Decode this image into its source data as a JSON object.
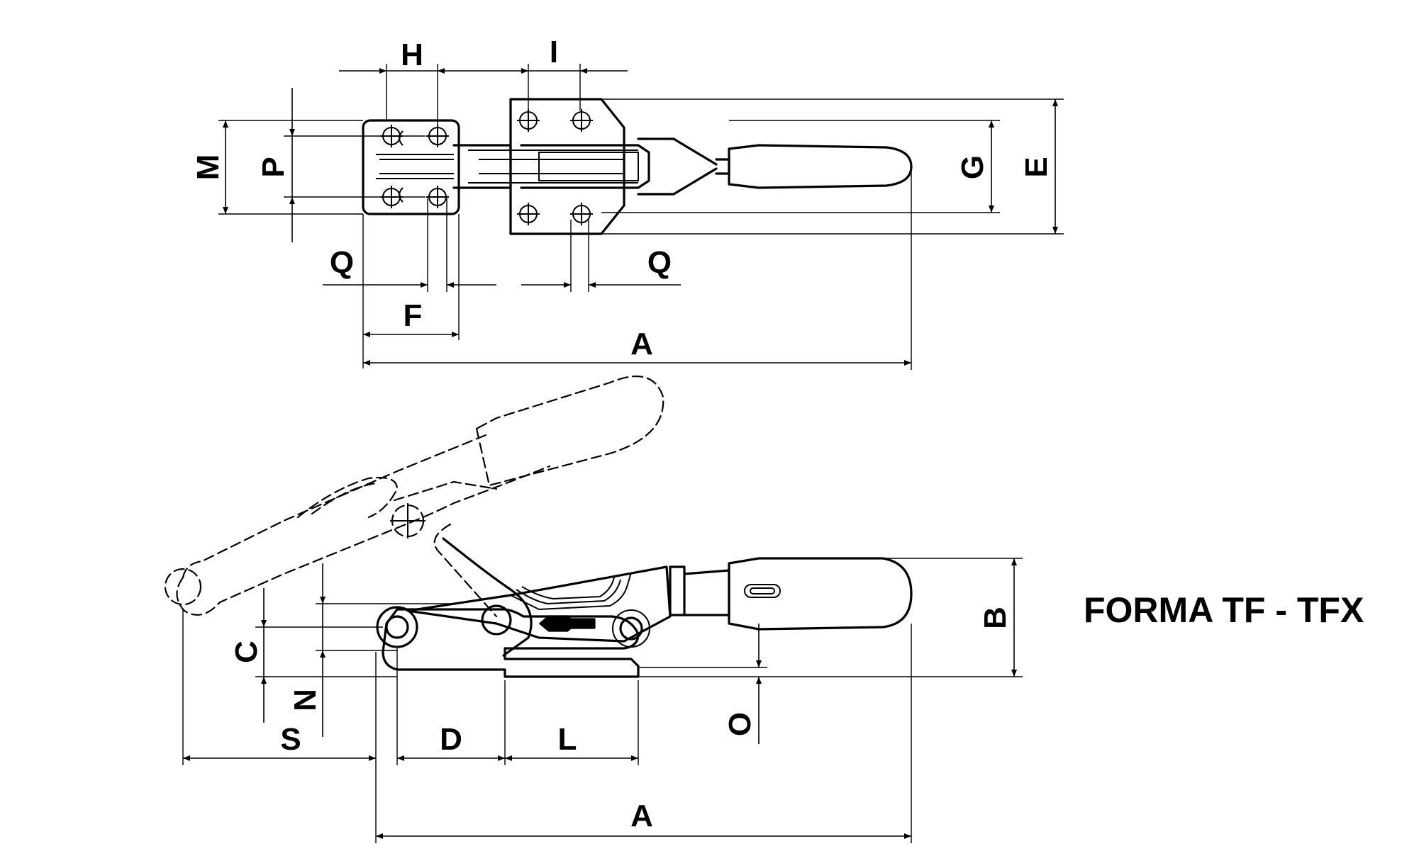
{
  "title": "FORMA TF - TFX",
  "top_view": {
    "labels": {
      "H": "H",
      "I": "I",
      "M": "M",
      "P": "P",
      "G": "G",
      "E": "E",
      "Q_left": "Q",
      "Q_right": "Q",
      "F": "F",
      "A": "A"
    }
  },
  "side_view": {
    "labels": {
      "B": "B",
      "C": "C",
      "N": "N",
      "O": "O",
      "S": "S",
      "D": "D",
      "L": "L",
      "A": "A"
    }
  }
}
